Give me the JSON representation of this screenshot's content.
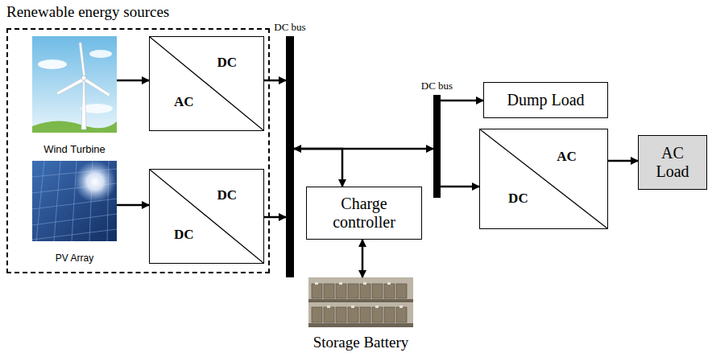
{
  "diagram": {
    "nodes": [
      {
        "text": [
          "Renewable energy sources"
        ]
      },
      {
        "text": [
          "Wind Turbine"
        ],
        "in": 0
      },
      {
        "text": [
          "DC",
          "AC"
        ],
        "in": 0
      },
      {
        "text": [
          "PV Array"
        ],
        "in": 0
      },
      {
        "text": [
          "DC",
          "DC"
        ],
        "in": 0
      },
      {
        "text": [
          "DC bus"
        ]
      },
      {
        "text": [
          "DC bus"
        ]
      },
      {
        "text": [
          "Charge controller"
        ]
      },
      {
        "text": [
          "Storage Battery"
        ]
      },
      {
        "text": [
          "Dump Load"
        ]
      },
      {
        "text": [
          "AC",
          "DC"
        ]
      },
      {
        "text": [
          "AC Load"
        ]
      }
    ],
    "edges": [
      {
        "from": 1,
        "to": 2,
        "arrow": "to"
      },
      {
        "from": 3,
        "to": 4,
        "arrow": "to"
      },
      {
        "from": 2,
        "to": 5,
        "arrow": "to"
      },
      {
        "from": 4,
        "to": 5,
        "arrow": "to"
      },
      {
        "from": 5,
        "to": 6,
        "arrow": "to"
      },
      {
        "from": 5,
        "to": 7,
        "arrow": "both"
      },
      {
        "from": 7,
        "to": 8,
        "arrow": "both"
      },
      {
        "from": 6,
        "to": 9,
        "arrow": "to"
      },
      {
        "from": 6,
        "to": 10,
        "arrow": "to"
      },
      {
        "from": 10,
        "to": 11,
        "arrow": "to"
      }
    ]
  }
}
